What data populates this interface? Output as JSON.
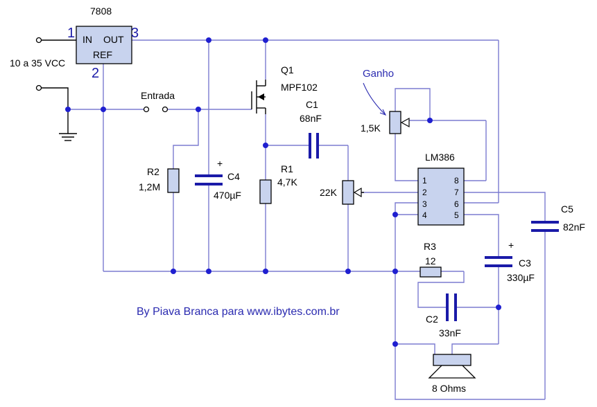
{
  "regulator": {
    "name": "7808",
    "pin_in": "IN",
    "pin_out": "OUT",
    "pin_ref": "REF",
    "pin1": "1",
    "pin2": "2",
    "pin3": "3"
  },
  "supply_label": "10 a 35 VCC",
  "input_label": "Entrada",
  "transistor": {
    "ref": "Q1",
    "part": "MPF102"
  },
  "components": {
    "c1": {
      "ref": "C1",
      "value": "68nF"
    },
    "c2": {
      "ref": "C2",
      "value": "33nF"
    },
    "c3": {
      "ref": "C3",
      "value": "330µF",
      "polarity": "+"
    },
    "c4": {
      "ref": "C4",
      "value": "470µF",
      "polarity": "+"
    },
    "c5": {
      "ref": "C5",
      "value": "82nF"
    },
    "r1": {
      "ref": "R1",
      "value": "4,7K"
    },
    "r2": {
      "ref": "R2",
      "value": "1,2M"
    },
    "r3": {
      "ref": "R3",
      "value": "12"
    },
    "pot_volume": {
      "value": "22K"
    },
    "pot_gain": {
      "name": "Ganho",
      "value": "1,5K"
    }
  },
  "amplifier": {
    "name": "LM386",
    "pins_left": [
      "1",
      "2",
      "3",
      "4"
    ],
    "pins_right": [
      "8",
      "7",
      "6",
      "5"
    ]
  },
  "speaker": {
    "label": "8 Ohms"
  },
  "credit": "By Piava Branca para www.ibytes.com.br",
  "colors": {
    "wire": "#7b7bd0",
    "junction": "#1f1fd0",
    "part_fill": "#c8d3ee",
    "text_blue": "#2a2ab0"
  }
}
